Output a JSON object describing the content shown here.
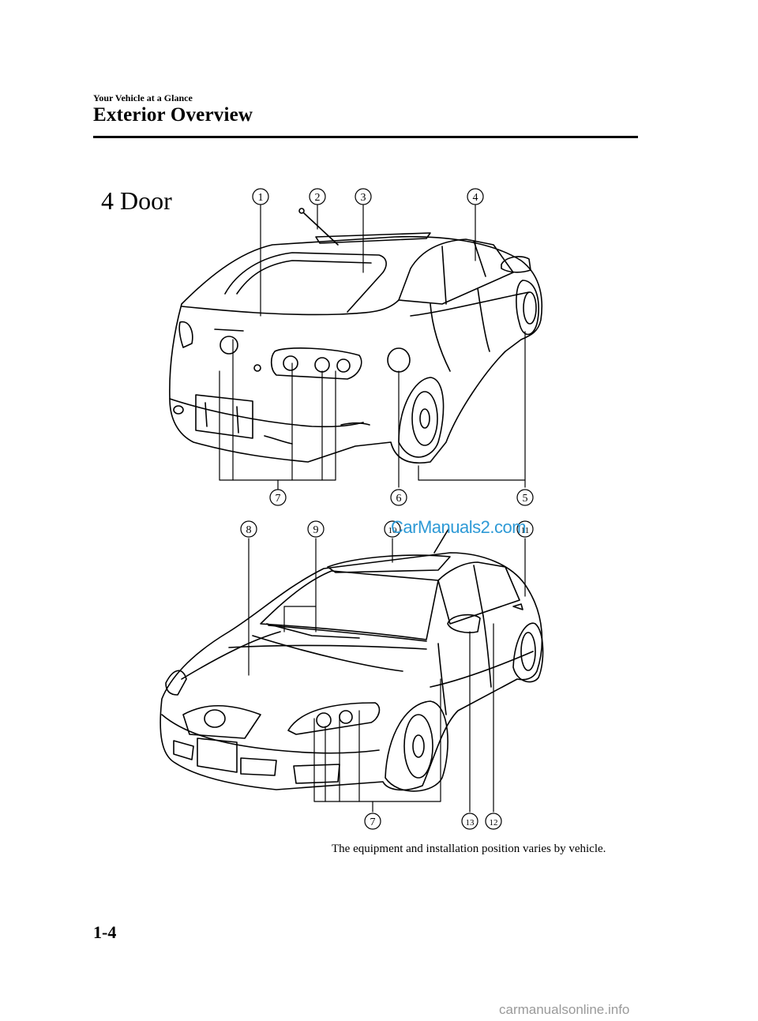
{
  "header": {
    "section": "Your Vehicle at a Glance",
    "title": "Exterior Overview"
  },
  "figure": {
    "door_label": "4 Door",
    "rear_callouts": [
      "1",
      "2",
      "3",
      "4",
      "5",
      "6",
      "7"
    ],
    "front_callouts": [
      "8",
      "9",
      "10",
      "11",
      "12",
      "13",
      "7"
    ],
    "caption": "The equipment and installation position varies by vehicle."
  },
  "footer": {
    "page_number": "1-4"
  },
  "watermarks": {
    "top": "CarManuals2.com",
    "bottom": "carmanualsonline.info"
  }
}
